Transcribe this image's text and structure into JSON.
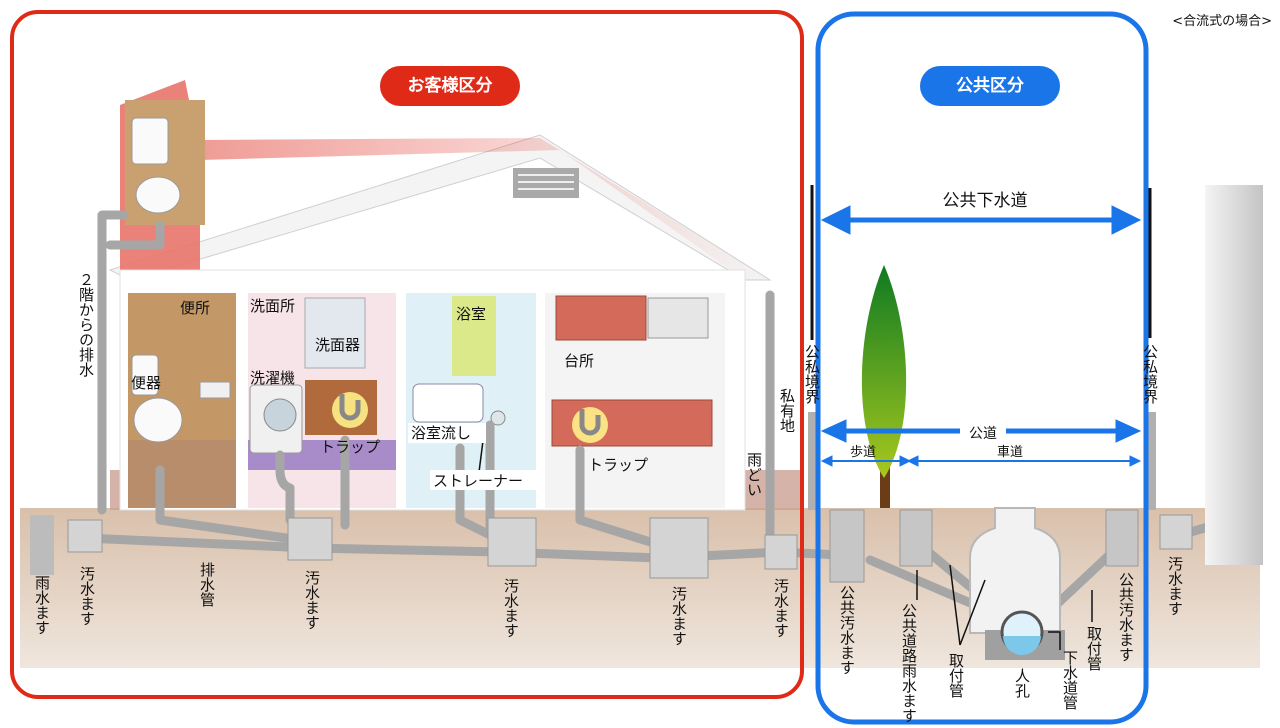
{
  "note": "<合流式の場合>",
  "sections": {
    "customer": {
      "label": "お客様区分",
      "color": "#e02a18"
    },
    "public": {
      "label": "公共区分",
      "color": "#1a75e8"
    }
  },
  "arrows": {
    "sewer": "公共下水道",
    "road": "公道",
    "sidewalk": "歩道",
    "roadway": "車道"
  },
  "rooms": {
    "toilet": {
      "title": "便所",
      "item": "便器"
    },
    "washroom": {
      "title": "洗面所",
      "basin": "洗面器",
      "washer": "洗濯機",
      "trap": "トラップ"
    },
    "bath": {
      "title": "浴室",
      "drain": "浴室流し",
      "strainer": "ストレーナー"
    },
    "kitchen": {
      "title": "台所",
      "trap": "トラップ"
    }
  },
  "labels": {
    "second_floor_drain": "２階からの排水",
    "private_land": "私有地",
    "gutter": "雨どい",
    "boundary_left": "公私境界",
    "boundary_right": "公私境界",
    "rain_basin": "雨水ます",
    "sewage_basin_1": "汚水ます",
    "drain_pipe": "排水管",
    "sewage_basin_2": "汚水ます",
    "sewage_basin_3": "汚水ます",
    "sewage_basin_4": "汚水ます",
    "sewage_basin_5": "汚水ます",
    "public_sewage_basin_left": "公共汚水ます",
    "public_road_rain_basin": "公共道路雨水ます",
    "connection_pipe_left": "取付管",
    "manhole": "人孔",
    "sewer_pipe": "下水道管",
    "connection_pipe_right": "取付管",
    "public_sewage_basin_right": "公共汚水ます",
    "sewage_basin_far": "汚水ます"
  },
  "colors": {
    "ground": "#dcc6b4",
    "pipe": "#a6a6a6",
    "basin": "#c9c9c9"
  }
}
